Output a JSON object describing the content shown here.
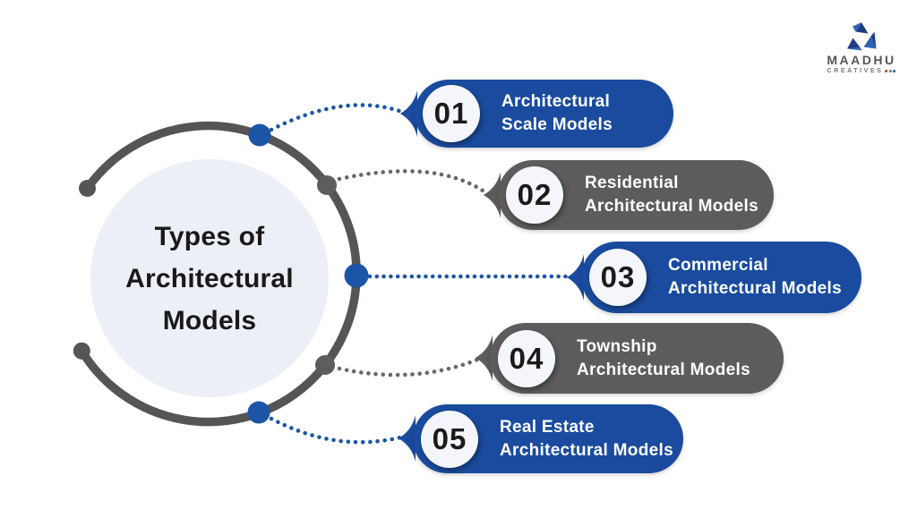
{
  "title": {
    "line1": "Types of",
    "line2": "Architectural",
    "line3": "Models"
  },
  "items": [
    {
      "number": "01",
      "line1": "Architectural",
      "line2": "Scale Models",
      "variant": "blue"
    },
    {
      "number": "02",
      "line1": "Residential",
      "line2": "Architectural Models",
      "variant": "gray"
    },
    {
      "number": "03",
      "line1": "Commercial",
      "line2": "Architectural Models",
      "variant": "blue"
    },
    {
      "number": "04",
      "line1": "Township",
      "line2": "Architectural Models",
      "variant": "gray"
    },
    {
      "number": "05",
      "line1": "Real Estate",
      "line2": "Architectural Models",
      "variant": "blue"
    }
  ],
  "logo": {
    "name": "MAADHU",
    "subtitle": "CREATIVES"
  },
  "colors": {
    "background": "#FFFFFF",
    "pill_blue": "#1A4B9E",
    "pill_gray": "#5D5B5B",
    "ring_gray": "#575454",
    "node_blue": "#1C55A5",
    "node_gray": "#5F5C5C",
    "center_circle_fill": "#EDEFF6",
    "number_circle_fill": "#F4F6FB",
    "title_text": "#191919",
    "pill_text": "#FFFFFF"
  }
}
